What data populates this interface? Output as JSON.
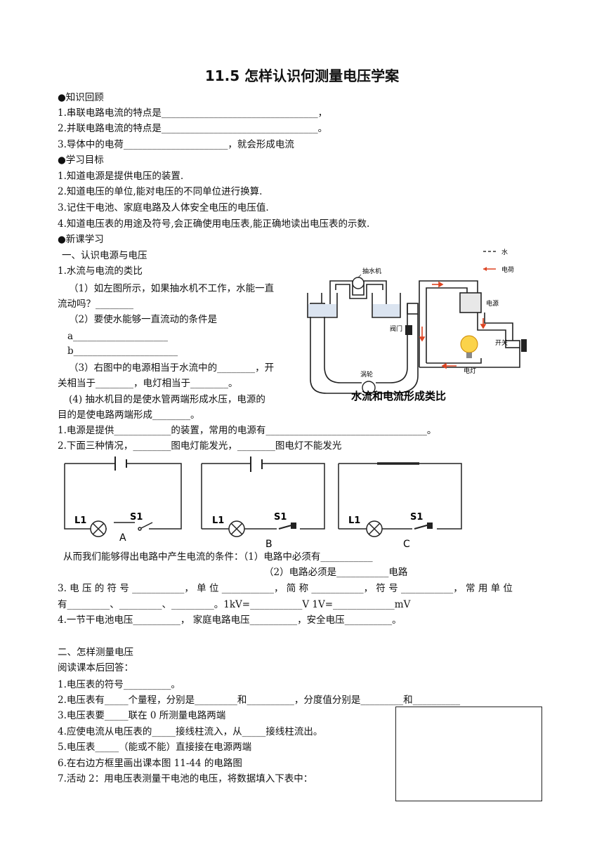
{
  "title": "11.5 怎样认识何测量电压学案",
  "lines": {
    "l1": "●知识回顾",
    "l2": "1.串联电路电流的特点是_________________________________，",
    "l3": "2.并联电路电流的特点是_________________________________。",
    "l4": "3.导体中的电荷______________________，就会形成电流",
    "l5": "●学习目标",
    "l6": "1.知道电源是提供电压的装置.",
    "l7": "2.知道电压的单位,能对电压的不同单位进行换算.",
    "l8": "3.记住干电池、家庭电路及人体安全电压的电压值.",
    "l9": "4.知道电压表的用途及符号,会正确使用电压表,能正确地读出电压表的示数.",
    "l10": "●新课学习",
    "l11": "一、认识电源与电压",
    "l12": "1.水流与电流的类比",
    "l13": "（1）如左图所示，如果抽水机不工作，水能一直",
    "l14": "流动吗？________",
    "l15": "（2）要使水能够一直流动的条件是",
    "l16": "a____________________",
    "l17": "b______________________",
    "l18": "（3）右图中的电源相当于水流中的________，开",
    "l19": "关相当于________，电灯相当于________。",
    "l20": "(4)  抽水机目的是使水管两端形成水压，电源的",
    "l21": "目的是使电路两端形成________。",
    "l22": "1.电源是提供____________的装置，常用的电源有__________________________________。",
    "l23": "2.下面三种情况，________图电灯能发光，________图电灯不能发光",
    "l24": "从而我们能够得出电路中产生电流的条件：（1）电路中必须有___________",
    "l25": "（2）电路必须是___________电路",
    "l26": "3. 电 压 的 符 号 ___________， 单 位 ___________， 简 称 ___________， 符 号 ___________， 常 用 单 位",
    "l27": "有_________、_________、_________。1kV=___________V      1V=_____________mV",
    "l28": "4.一节干电池电压__________，  家庭电路电压__________，安全电压__________。",
    "l29": "二、怎样测量电压",
    "l30": "阅读课本后回答：",
    "l31": "1.电压表的符号__________。",
    "l32": "2.电压表有_____个量程，分别是_________和__________，分度值分别是_________和__________",
    "l33": "3.电压表要_____联在 0 所测量电路两端",
    "l34": "4.应使电流从电压表的_____接线柱流入，从_____接线柱流出。",
    "l35": "5.电压表_____（能或不能）直接接在电源两端",
    "l36": "6.在右边方框里画出课本图 11-44 的电路图",
    "l37": "7.活动 2：用电压表测量干电池的电压，将数据填入下表中："
  },
  "figure": {
    "legend_water": "水",
    "legend_charge": "电荷",
    "pump": "抽水机",
    "valve": "阀门",
    "turbine": "涡轮",
    "source": "电源",
    "switch": "开关",
    "lamp": "电灯",
    "caption": "水流和电流形成类比"
  },
  "circuits": {
    "lamp_label": "L1",
    "switch_label": "S1",
    "a": "A",
    "b": "B",
    "c": "C"
  }
}
